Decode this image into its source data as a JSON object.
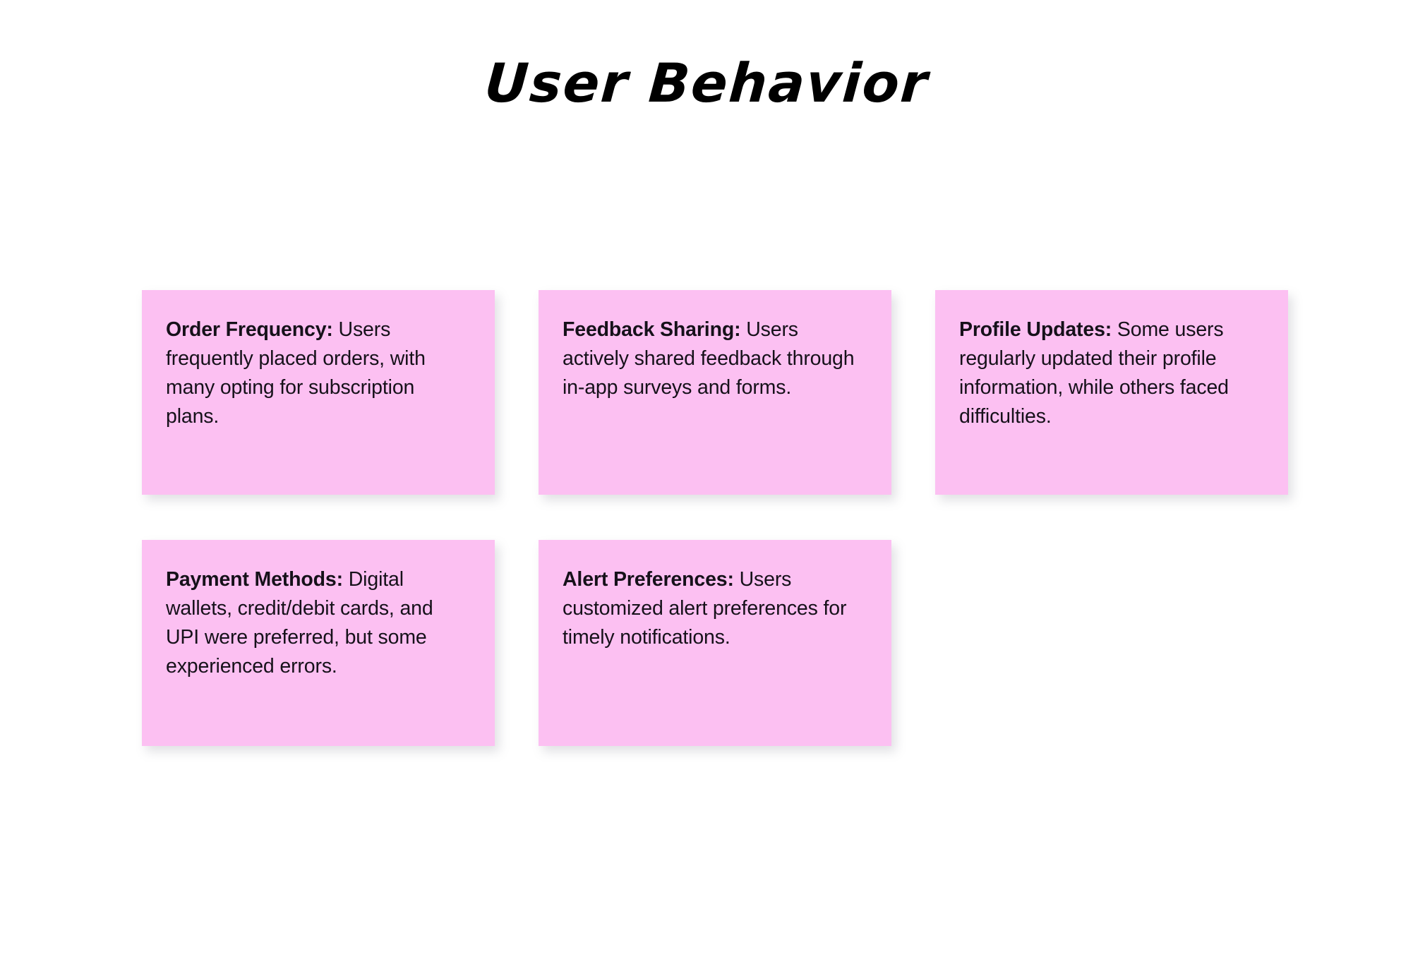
{
  "page": {
    "title": "User Behavior",
    "background_color": "#ffffff",
    "card_color": "#fcc0f2",
    "text_color": "#16111a"
  },
  "cards": [
    {
      "lead": "Order Frequency:",
      "body": " Users frequently placed orders, with many opting for subscription plans."
    },
    {
      "lead": "Feedback Sharing:",
      "body": " Users actively shared feedback through in-app surveys and forms."
    },
    {
      "lead": "Profile Updates:",
      "body": " Some users regularly updated their profile information, while others faced difficulties."
    },
    {
      "lead": "Payment Methods:",
      "body": " Digital wallets, credit/debit cards, and UPI were preferred, but some experienced errors."
    },
    {
      "lead": "Alert Preferences:",
      "body": " Users customized alert preferences for timely notifications."
    }
  ]
}
